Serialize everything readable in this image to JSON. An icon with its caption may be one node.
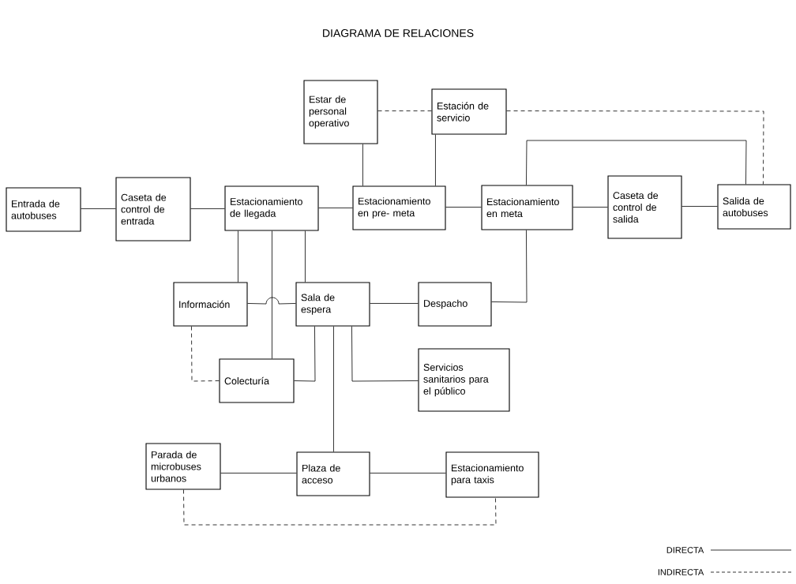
{
  "diagram": {
    "title": "DIAGRAMA DE RELACIONES",
    "nodes": [
      {
        "text": [
          "Entrada de autobuses"
        ]
      },
      {
        "text": [
          "Caseta de control de entrada"
        ]
      },
      {
        "text": [
          "Estacionamiento de llegada"
        ]
      },
      {
        "text": [
          "Estar de personal operativo"
        ]
      },
      {
        "text": [
          "Estación de servicio"
        ]
      },
      {
        "text": [
          "Estacionamiento en pre- meta"
        ]
      },
      {
        "text": [
          "Estacionamiento en meta"
        ]
      },
      {
        "text": [
          "Caseta de control de salida"
        ]
      },
      {
        "text": [
          "Salida de autobuses"
        ]
      },
      {
        "text": [
          "Información"
        ]
      },
      {
        "text": [
          "Sala de espera"
        ]
      },
      {
        "text": [
          "Despacho"
        ]
      },
      {
        "text": [
          "Colecturía"
        ]
      },
      {
        "text": [
          "Servicios sanitarios para el público"
        ]
      },
      {
        "text": [
          "Parada de microbuses urbanos"
        ]
      },
      {
        "text": [
          "Plaza de acceso"
        ]
      },
      {
        "text": [
          "Estacionamiento para taxis"
        ]
      }
    ],
    "edges": [
      {
        "from": 0,
        "to": 1,
        "arrow": "none"
      },
      {
        "from": 1,
        "to": 2,
        "arrow": "none"
      },
      {
        "from": 2,
        "to": 5,
        "arrow": "none"
      },
      {
        "from": 5,
        "to": 6,
        "arrow": "none"
      },
      {
        "from": 6,
        "to": 7,
        "arrow": "none"
      },
      {
        "from": 7,
        "to": 8,
        "arrow": "none"
      },
      {
        "from": 3,
        "to": 5,
        "arrow": "none"
      },
      {
        "from": 4,
        "to": 5,
        "arrow": "none"
      },
      {
        "from": 3,
        "to": 4,
        "arrow": "none",
        "style": "dashed"
      },
      {
        "from": 4,
        "to": 8,
        "arrow": "none",
        "style": "dashed"
      },
      {
        "from": 6,
        "to": 8,
        "arrow": "none"
      },
      {
        "from": 2,
        "to": 9,
        "arrow": "none"
      },
      {
        "from": 2,
        "to": 12,
        "arrow": "none"
      },
      {
        "from": 2,
        "to": 10,
        "arrow": "none"
      },
      {
        "from": 9,
        "to": 10,
        "arrow": "none"
      },
      {
        "from": 10,
        "to": 11,
        "arrow": "none"
      },
      {
        "from": 11,
        "to": 6,
        "arrow": "none"
      },
      {
        "from": 9,
        "to": 12,
        "arrow": "none",
        "style": "dashed"
      },
      {
        "from": 10,
        "to": 12,
        "arrow": "none"
      },
      {
        "from": 10,
        "to": 13,
        "arrow": "none"
      },
      {
        "from": 10,
        "to": 15,
        "arrow": "none"
      },
      {
        "from": 14,
        "to": 15,
        "arrow": "none"
      },
      {
        "from": 15,
        "to": 16,
        "arrow": "none"
      },
      {
        "from": 14,
        "to": 16,
        "arrow": "none",
        "style": "dashed"
      }
    ],
    "legend": [
      {
        "text": "DIRECTA"
      },
      {
        "text": "INDIRECTA"
      }
    ]
  }
}
